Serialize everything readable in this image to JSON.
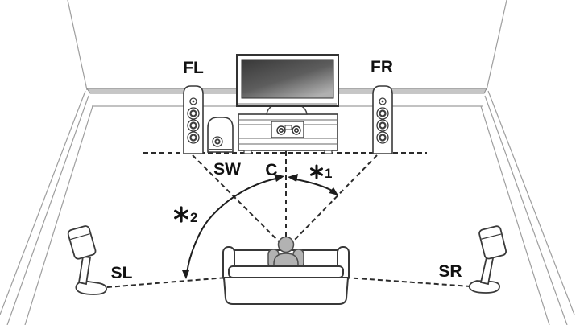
{
  "diagram": {
    "type": "speaker-placement-diagram",
    "speaker_labels": {
      "front_left": "FL",
      "front_right": "FR",
      "center": "C",
      "subwoofer": "SW",
      "surround_left": "SL",
      "surround_right": "SR"
    },
    "angle_markers": {
      "front": {
        "symbol": "✱",
        "number": "1"
      },
      "surround": {
        "symbol": "✱",
        "number": "2"
      }
    },
    "colors": {
      "background": "#ffffff",
      "diagram_line": "#262626",
      "room_line": "#9e9e9e",
      "wall_band": "#c6c6c6",
      "outline": "#3a3a3a",
      "person_fill": "#b2b2b2",
      "screen_dark": "#383838",
      "screen_light": "#b0b0b0"
    }
  }
}
